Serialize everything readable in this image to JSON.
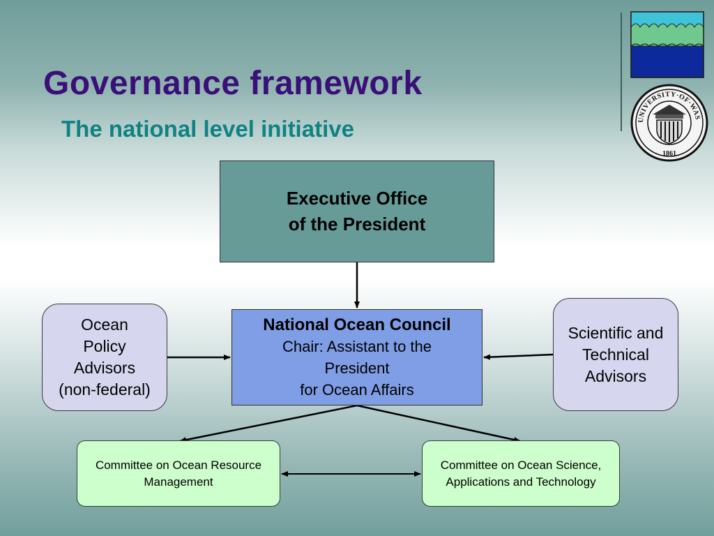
{
  "header": {
    "title": "Governance framework",
    "subtitle": "The national level initiative"
  },
  "logos": {
    "wave_logo": "wave-logo-icon",
    "seal_icon": "university-seal-icon",
    "seal_text_top": "UNIVERSITY·OF·WASHINGTON",
    "seal_year": "1861"
  },
  "diagram": {
    "executive_office": {
      "line1": "Executive Office",
      "line2": "of the President"
    },
    "national_ocean_council": {
      "title": "National Ocean Council",
      "line1": "Chair: Assistant to the",
      "line2": "President",
      "line3": "for Ocean Affairs"
    },
    "ocean_policy_advisors": {
      "line1": "Ocean",
      "line2": "Policy",
      "line3": "Advisors",
      "line4": "(non-federal)"
    },
    "scientific_advisors": {
      "line1": "Scientific and",
      "line2": "Technical",
      "line3": "Advisors"
    },
    "committee_resource": {
      "line1": "Committee on Ocean Resource",
      "line2": "Management"
    },
    "committee_science": {
      "line1": "Committee on Ocean Science,",
      "line2": "Applications and Technology"
    }
  },
  "colors": {
    "title": "#3a0f78",
    "subtitle": "#0f8282",
    "executive_box": "#679b98",
    "council_box": "#7f9ee6",
    "advisor_box": "#d6d6ee",
    "committee_box": "#ccffcc"
  }
}
